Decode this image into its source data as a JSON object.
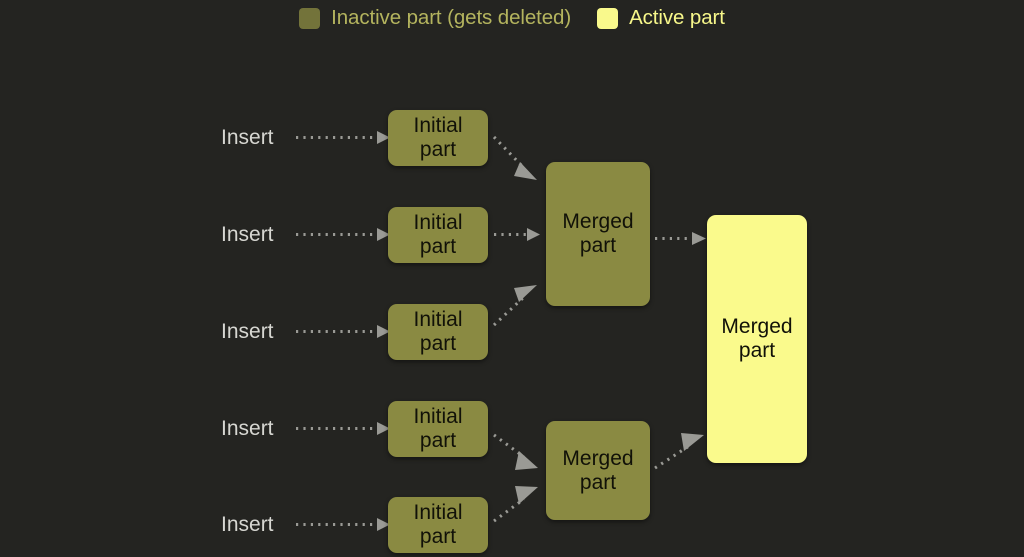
{
  "background_color": "#242421",
  "legend": {
    "entries": [
      {
        "label": "Inactive part (gets deleted)",
        "color": "#73733a",
        "swatch_name": "inactive-part-swatch"
      },
      {
        "label": "Active part",
        "color": "#f9f98c",
        "swatch_name": "active-part-swatch"
      }
    ]
  },
  "colors": {
    "inactive_fill": "#8a8a42",
    "active_fill": "#fafa8c",
    "node_text": "#111108",
    "insert_text": "#d7d7d2",
    "arrow": "#9a9a95"
  },
  "inserts": [
    {
      "label": "Insert"
    },
    {
      "label": "Insert"
    },
    {
      "label": "Insert"
    },
    {
      "label": "Insert"
    },
    {
      "label": "Insert"
    }
  ],
  "initial_parts": [
    {
      "line1": "Initial",
      "line2": "part",
      "state": "inactive"
    },
    {
      "line1": "Initial",
      "line2": "part",
      "state": "inactive"
    },
    {
      "line1": "Initial",
      "line2": "part",
      "state": "inactive"
    },
    {
      "line1": "Initial",
      "line2": "part",
      "state": "inactive"
    },
    {
      "line1": "Initial",
      "line2": "part",
      "state": "inactive"
    }
  ],
  "merged_parts": [
    {
      "line1": "Merged",
      "line2": "part",
      "state": "inactive"
    },
    {
      "line1": "Merged",
      "line2": "part",
      "state": "inactive"
    }
  ],
  "final_part": {
    "line1": "Merged",
    "line2": "part",
    "state": "active"
  }
}
